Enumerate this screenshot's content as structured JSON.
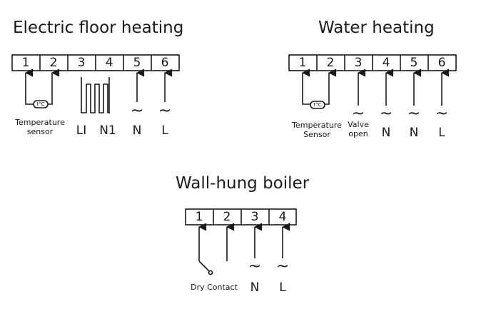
{
  "floor": {
    "title": "Electric floor heating",
    "terminals": [
      "1",
      "2",
      "3",
      "4",
      "5",
      "6"
    ],
    "sensor_symbol": "t°C",
    "sensor_label_line1": "Temperature",
    "sensor_label_line2": "sensor",
    "labels": [
      "LI",
      "N1",
      "N",
      "L"
    ],
    "tilde": "~"
  },
  "water": {
    "title": "Water heating",
    "terminals": [
      "1",
      "2",
      "3",
      "4",
      "5",
      "6"
    ],
    "sensor_symbol": "t°C",
    "sensor_label_line1": "Temperature",
    "sensor_label_line2": "Sensor",
    "valve_line1": "Valve",
    "valve_line2": "open",
    "labels": [
      "N",
      "N",
      "L"
    ],
    "tilde": "~"
  },
  "boiler": {
    "title": "Wall-hung boiler",
    "terminals": [
      "1",
      "2",
      "3",
      "4"
    ],
    "dry_contact": "Dry Contact",
    "labels": [
      "N",
      "L"
    ],
    "tilde": "~"
  }
}
